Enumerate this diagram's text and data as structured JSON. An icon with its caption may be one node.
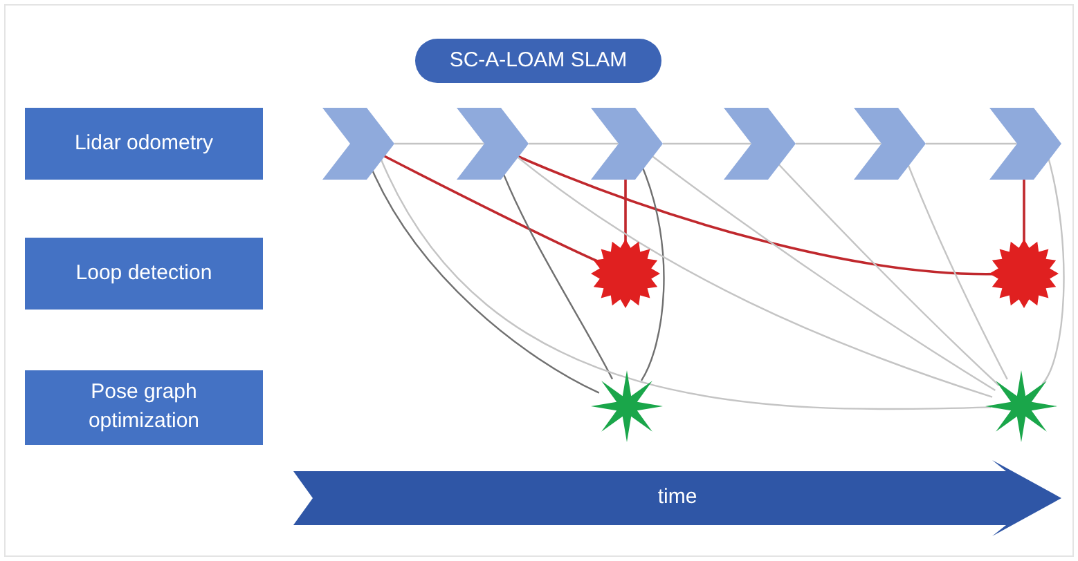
{
  "diagram": {
    "nodes": [
      {
        "text": [
          "SC-A-LOAM SLAM"
        ]
      },
      {
        "text": [
          "Lidar odometry"
        ]
      },
      {
        "text": [
          "Loop detection"
        ]
      },
      {
        "text": [
          "Pose graph optimization"
        ]
      },
      {
        "text": [],
        "shape": "chevron"
      },
      {
        "text": [],
        "shape": "chevron"
      },
      {
        "text": [],
        "shape": "chevron"
      },
      {
        "text": [],
        "shape": "chevron"
      },
      {
        "text": [],
        "shape": "chevron"
      },
      {
        "text": [],
        "shape": "chevron"
      },
      {
        "text": [],
        "shape": "burst"
      },
      {
        "text": [],
        "shape": "burst"
      },
      {
        "text": [],
        "shape": "star"
      },
      {
        "text": [],
        "shape": "star"
      },
      {
        "text": [
          "time"
        ]
      }
    ],
    "edges": [
      {
        "from": 4,
        "to": 5,
        "arrow": "none"
      },
      {
        "from": 5,
        "to": 6,
        "arrow": "none"
      },
      {
        "from": 6,
        "to": 7,
        "arrow": "none"
      },
      {
        "from": 7,
        "to": 8,
        "arrow": "none"
      },
      {
        "from": 8,
        "to": 9,
        "arrow": "none"
      },
      {
        "from": 4,
        "to": 10,
        "arrow": "none",
        "color": "#c0282d"
      },
      {
        "from": 6,
        "to": 10,
        "arrow": "none",
        "color": "#c0282d"
      },
      {
        "from": 5,
        "to": 11,
        "arrow": "none",
        "color": "#c0282d"
      },
      {
        "from": 9,
        "to": 11,
        "arrow": "none",
        "color": "#c0282d"
      },
      {
        "from": 4,
        "to": 12,
        "arrow": "none",
        "color": "#707070"
      },
      {
        "from": 5,
        "to": 12,
        "arrow": "none",
        "color": "#707070"
      },
      {
        "from": 6,
        "to": 12,
        "arrow": "none",
        "color": "#707070"
      },
      {
        "from": 4,
        "to": 13,
        "arrow": "none"
      },
      {
        "from": 5,
        "to": 13,
        "arrow": "none"
      },
      {
        "from": 6,
        "to": 13,
        "arrow": "none"
      },
      {
        "from": 7,
        "to": 13,
        "arrow": "none"
      },
      {
        "from": 8,
        "to": 13,
        "arrow": "none"
      },
      {
        "from": 9,
        "to": 13,
        "arrow": "none"
      }
    ]
  }
}
